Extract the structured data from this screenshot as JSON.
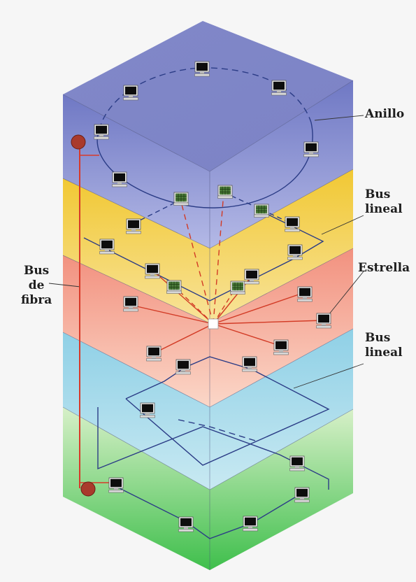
{
  "labels": {
    "ring": "Anillo",
    "bus_top_1": "Bus",
    "bus_top_2": "lineal",
    "star": "Estrella",
    "bus_bottom_1": "Bus",
    "bus_bottom_2": "lineal",
    "fiber_1": "Bus",
    "fiber_2": "de",
    "fiber_3": "fibra"
  },
  "colors": {
    "top_face": "#7f86c6",
    "layer_ring": "#8b93d4",
    "layer_bus": "#f2cf3c",
    "layer_star": "#f39a86",
    "layer_bus2": "#9ad4e6",
    "layer_green": "#5fcf64",
    "fiber": "#d83a2a",
    "network_line": "#2b3c86"
  }
}
